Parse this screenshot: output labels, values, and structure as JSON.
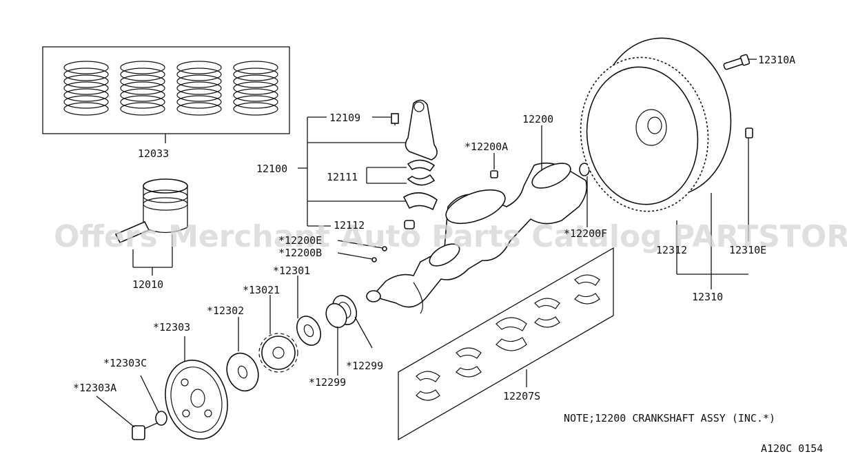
{
  "diagram": {
    "watermark": "Offers Merchant Auto Parts Catalog PARTSTORE.SA",
    "note": "NOTE;12200 CRANKSHAFT ASSY (INC.*)",
    "catalog_code": "A120C 0154",
    "labels": {
      "l12033": "12033",
      "l12010": "12010",
      "l12100": "12100",
      "l12109": "12109",
      "l12111": "12111",
      "l12112": "12112",
      "l12200": "12200",
      "l12200A": "*12200A",
      "l12200E": "*12200E",
      "l12200B": "*12200B",
      "l12301": "*12301",
      "l13021": "*13021",
      "l12302": "*12302",
      "l12303": "*12303",
      "l12303C": "*12303C",
      "l12303A": "*12303A",
      "l12299a": "*12299",
      "l12299b": "*12299",
      "l12207S": "12207S",
      "l12310A": "12310A",
      "l12312": "12312",
      "l12310E": "12310E",
      "l12310": "12310",
      "l12200F": "*12200F"
    }
  }
}
